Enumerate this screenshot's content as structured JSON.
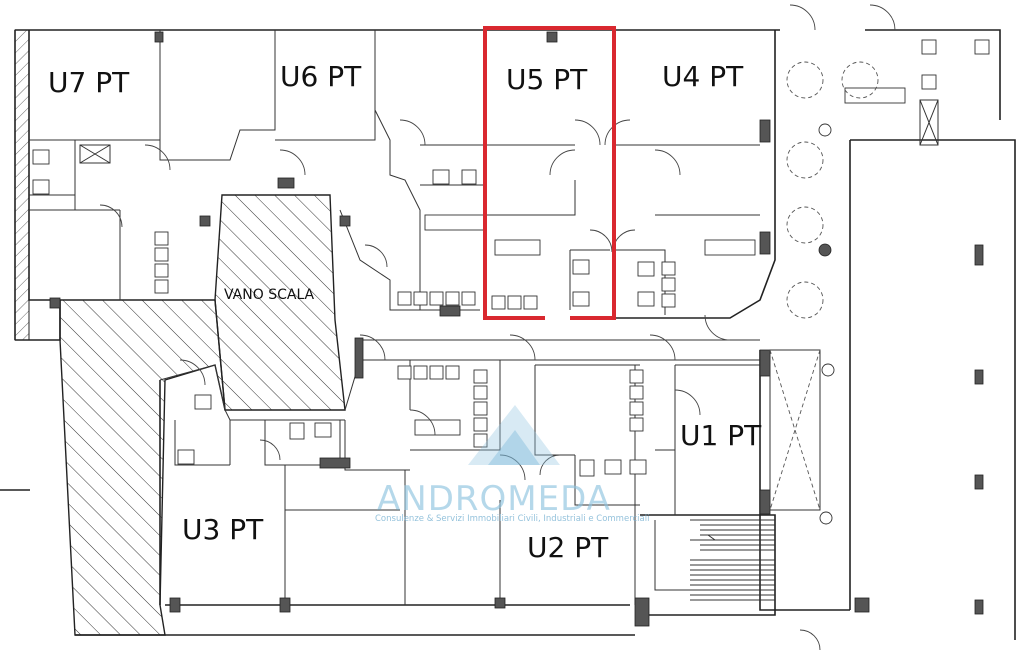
{
  "units": [
    {
      "id": "u7",
      "label": "U7 PT"
    },
    {
      "id": "u6",
      "label": "U6 PT"
    },
    {
      "id": "u5",
      "label": "U5 PT",
      "highlighted": true
    },
    {
      "id": "u4",
      "label": "U4 PT"
    },
    {
      "id": "u1",
      "label": "U1 PT"
    },
    {
      "id": "u3",
      "label": "U3 PT"
    },
    {
      "id": "u2",
      "label": "U2 PT"
    }
  ],
  "stair_label": "VANO SCALA",
  "watermark": {
    "title": "ANDROMEDA",
    "subtitle": "Consulenze & Servizi Immobiliari Civili, Industriali e Commerciali"
  },
  "colors": {
    "highlight": "#d9282f",
    "walls": "#222222",
    "watermark": "#8fc4e0"
  }
}
